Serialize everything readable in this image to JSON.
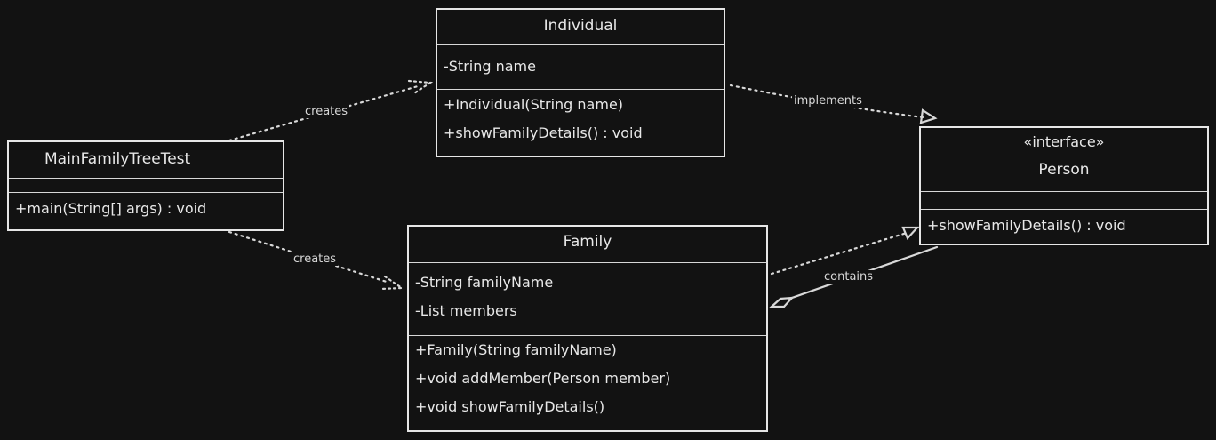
{
  "classes": {
    "main": {
      "name": "MainFamilyTreeTest",
      "methods": [
        "+main(String[] args) : void"
      ]
    },
    "individual": {
      "name": "Individual",
      "attributes": [
        "-String name"
      ],
      "methods": [
        "+Individual(String name)",
        "+showFamilyDetails() : void"
      ]
    },
    "family": {
      "name": "Family",
      "attributes": [
        "-String familyName",
        "-List members"
      ],
      "methods": [
        "+Family(String familyName)",
        "+void addMember(Person member)",
        "+void showFamilyDetails()"
      ]
    },
    "person": {
      "stereotype": "«interface»",
      "name": "Person",
      "methods": [
        "+showFamilyDetails() : void"
      ]
    }
  },
  "relations": {
    "creates_individual": "creates",
    "creates_family": "creates",
    "implements": "implements",
    "contains": "contains"
  }
}
